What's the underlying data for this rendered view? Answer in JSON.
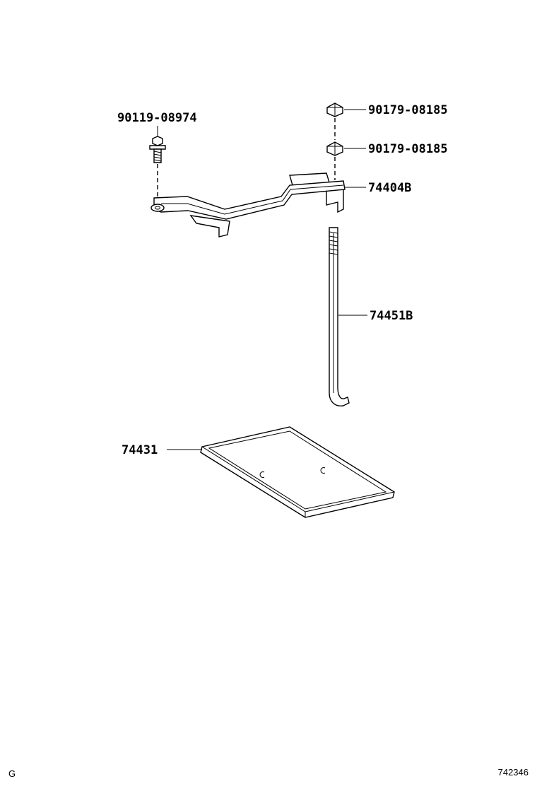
{
  "parts": [
    {
      "part_number": "90119-08974"
    },
    {
      "part_number": "90179-08185"
    },
    {
      "part_number": "90179-08185"
    },
    {
      "part_number": "74404B"
    },
    {
      "part_number": "74451B"
    },
    {
      "part_number": "74431"
    }
  ],
  "footer": {
    "left_code": "G",
    "illustration_number": "742346"
  }
}
